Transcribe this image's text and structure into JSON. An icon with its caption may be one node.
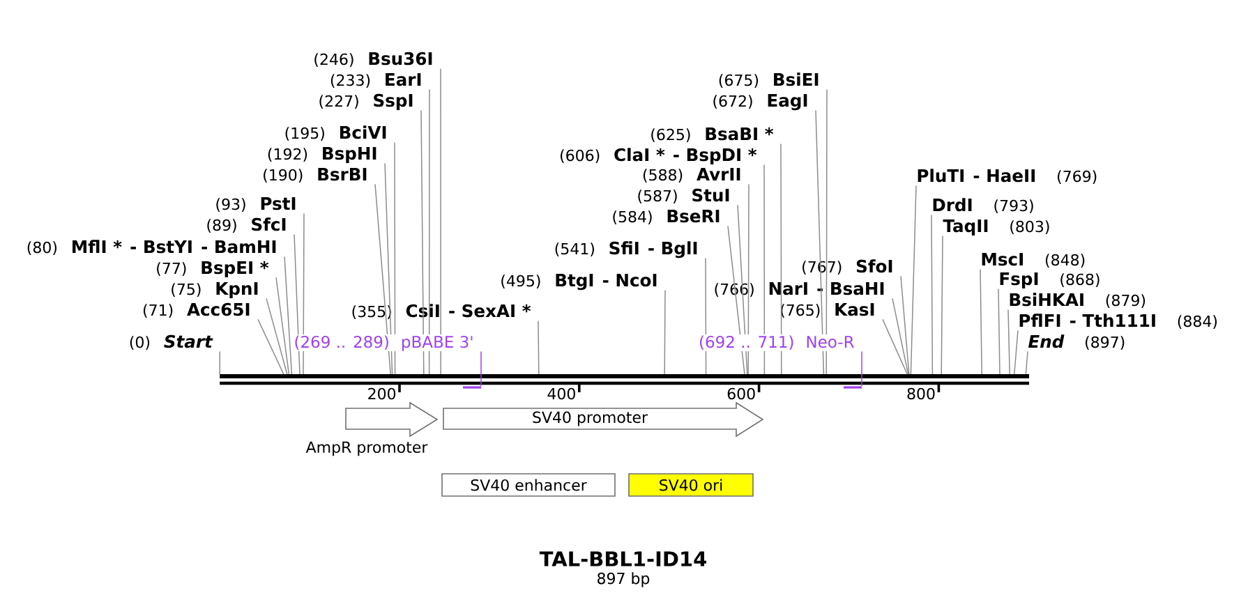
{
  "diagram": {
    "title": "TAL-BBL1-ID14",
    "caption": "897 bp",
    "nodes": [
      {
        "text": [
          "Bsu36I"
        ],
        "beside": [
          "(246)"
        ]
      },
      {
        "text": [
          "EarI"
        ],
        "beside": [
          "(233)"
        ]
      },
      {
        "text": [
          "BsiEI"
        ],
        "beside": [
          "(675)"
        ]
      },
      {
        "text": [
          "SspI"
        ],
        "beside": [
          "(227)"
        ]
      },
      {
        "text": [
          "EagI"
        ],
        "beside": [
          "(672)"
        ]
      },
      {
        "text": [
          "BciVI"
        ],
        "beside": [
          "(195)"
        ]
      },
      {
        "text": [
          "BsaBI *"
        ],
        "beside": [
          "(625)"
        ]
      },
      {
        "text": [
          "BspHI"
        ],
        "beside": [
          "(192)"
        ]
      },
      {
        "text": [
          "ClaI *",
          "- BspDI *"
        ],
        "beside": [
          "(606)"
        ]
      },
      {
        "text": [
          "BsrBI"
        ],
        "beside": [
          "(190)"
        ]
      },
      {
        "text": [
          "AvrII"
        ],
        "beside": [
          "(588)"
        ]
      },
      {
        "text": [
          "PluTI",
          "- HaeII"
        ],
        "beside": [
          "(769)"
        ]
      },
      {
        "text": [
          "StuI"
        ],
        "beside": [
          "(587)"
        ]
      },
      {
        "text": [
          "PstI"
        ],
        "beside": [
          "(93)"
        ]
      },
      {
        "text": [
          "DrdI"
        ],
        "beside": [
          "(793)"
        ]
      },
      {
        "text": [
          "BseRI"
        ],
        "beside": [
          "(584)"
        ]
      },
      {
        "text": [
          "SfcI"
        ],
        "beside": [
          "(89)"
        ]
      },
      {
        "text": [
          "TaqII"
        ],
        "beside": [
          "(803)"
        ]
      },
      {
        "text": [
          "MflI *",
          "- BstYI",
          "- BamHI"
        ],
        "beside": [
          "(80)"
        ]
      },
      {
        "text": [
          "SfiI",
          "- BglI"
        ],
        "beside": [
          "(541)"
        ]
      },
      {
        "text": [
          "MscI"
        ],
        "beside": [
          "(848)"
        ]
      },
      {
        "text": [
          "BspEI *"
        ],
        "beside": [
          "(77)"
        ]
      },
      {
        "text": [
          "SfoI"
        ],
        "beside": [
          "(767)"
        ]
      },
      {
        "text": [
          "BtgI",
          "- NcoI"
        ],
        "beside": [
          "(495)"
        ]
      },
      {
        "text": [
          "FspI"
        ],
        "beside": [
          "(868)"
        ]
      },
      {
        "text": [
          "KpnI"
        ],
        "beside": [
          "(75)"
        ]
      },
      {
        "text": [
          "NarI",
          "- BsaHI"
        ],
        "beside": [
          "(766)"
        ]
      },
      {
        "text": [
          "BsiHKAI"
        ],
        "beside": [
          "(879)"
        ]
      },
      {
        "text": [
          "Acc65I"
        ],
        "beside": [
          "(71)"
        ]
      },
      {
        "text": [
          "CsiI",
          "- SexAI *"
        ],
        "beside": [
          "(355)"
        ]
      },
      {
        "text": [
          "KasI"
        ],
        "beside": [
          "(765)"
        ]
      },
      {
        "text": [
          "PflFI",
          "- Tth111I"
        ],
        "beside": [
          "(884)"
        ]
      },
      {
        "text": [
          "Start"
        ],
        "beside": [
          "(0)"
        ]
      },
      {
        "text": [
          "(269 .. 289)",
          "pBABE 3'"
        ]
      },
      {
        "text": [
          "(692 .. 711)",
          "Neo-R"
        ]
      },
      {
        "text": [
          "End"
        ],
        "beside": [
          "(897)"
        ]
      },
      {
        "text": [],
        "shape": "bar"
      },
      {
        "text": [],
        "shape": "bar"
      },
      {
        "text": [],
        "shape": "bar"
      },
      {
        "text": [
          "AmpR promoter"
        ]
      },
      {
        "text": [
          "SV40 promoter"
        ]
      },
      {
        "text": [
          "SV40 enhancer"
        ]
      },
      {
        "text": [
          "SV40 ori"
        ]
      }
    ],
    "edges": [
      {
        "from": 0,
        "to": 36,
        "arrow": "none"
      },
      {
        "from": 1,
        "to": 36,
        "arrow": "none"
      },
      {
        "from": 2,
        "to": 36,
        "arrow": "none"
      },
      {
        "from": 3,
        "to": 36,
        "arrow": "none"
      },
      {
        "from": 4,
        "to": 36,
        "arrow": "none"
      },
      {
        "from": 5,
        "to": 36,
        "arrow": "none"
      },
      {
        "from": 6,
        "to": 36,
        "arrow": "none"
      },
      {
        "from": 7,
        "to": 36,
        "arrow": "none"
      },
      {
        "from": 8,
        "to": 36,
        "arrow": "none"
      },
      {
        "from": 9,
        "to": 36,
        "arrow": "none"
      },
      {
        "from": 10,
        "to": 36,
        "arrow": "none"
      },
      {
        "from": 11,
        "to": 36,
        "arrow": "none"
      },
      {
        "from": 12,
        "to": 36,
        "arrow": "none"
      },
      {
        "from": 13,
        "to": 36,
        "arrow": "none"
      },
      {
        "from": 14,
        "to": 36,
        "arrow": "none"
      },
      {
        "from": 15,
        "to": 36,
        "arrow": "none"
      },
      {
        "from": 16,
        "to": 36,
        "arrow": "none"
      },
      {
        "from": 17,
        "to": 36,
        "arrow": "none"
      },
      {
        "from": 18,
        "to": 36,
        "arrow": "none"
      },
      {
        "from": 19,
        "to": 36,
        "arrow": "none"
      },
      {
        "from": 20,
        "to": 36,
        "arrow": "none"
      },
      {
        "from": 21,
        "to": 36,
        "arrow": "none"
      },
      {
        "from": 22,
        "to": 36,
        "arrow": "none"
      },
      {
        "from": 23,
        "to": 36,
        "arrow": "none"
      },
      {
        "from": 24,
        "to": 36,
        "arrow": "none"
      },
      {
        "from": 25,
        "to": 36,
        "arrow": "none"
      },
      {
        "from": 26,
        "to": 36,
        "arrow": "none"
      },
      {
        "from": 27,
        "to": 36,
        "arrow": "none"
      },
      {
        "from": 28,
        "to": 36,
        "arrow": "none"
      },
      {
        "from": 29,
        "to": 36,
        "arrow": "none"
      },
      {
        "from": 30,
        "to": 36,
        "arrow": "none"
      },
      {
        "from": 31,
        "to": 36,
        "arrow": "none"
      },
      {
        "from": 32,
        "to": 36,
        "arrow": "none"
      },
      {
        "from": 33,
        "to": 37,
        "arrow": "none",
        "color": "#a040f0"
      },
      {
        "from": 34,
        "to": 38,
        "arrow": "none",
        "color": "#a040f0"
      },
      {
        "from": 35,
        "to": 36,
        "arrow": "none"
      }
    ],
    "labels": [
      "200",
      "400",
      "600",
      "800"
    ]
  }
}
